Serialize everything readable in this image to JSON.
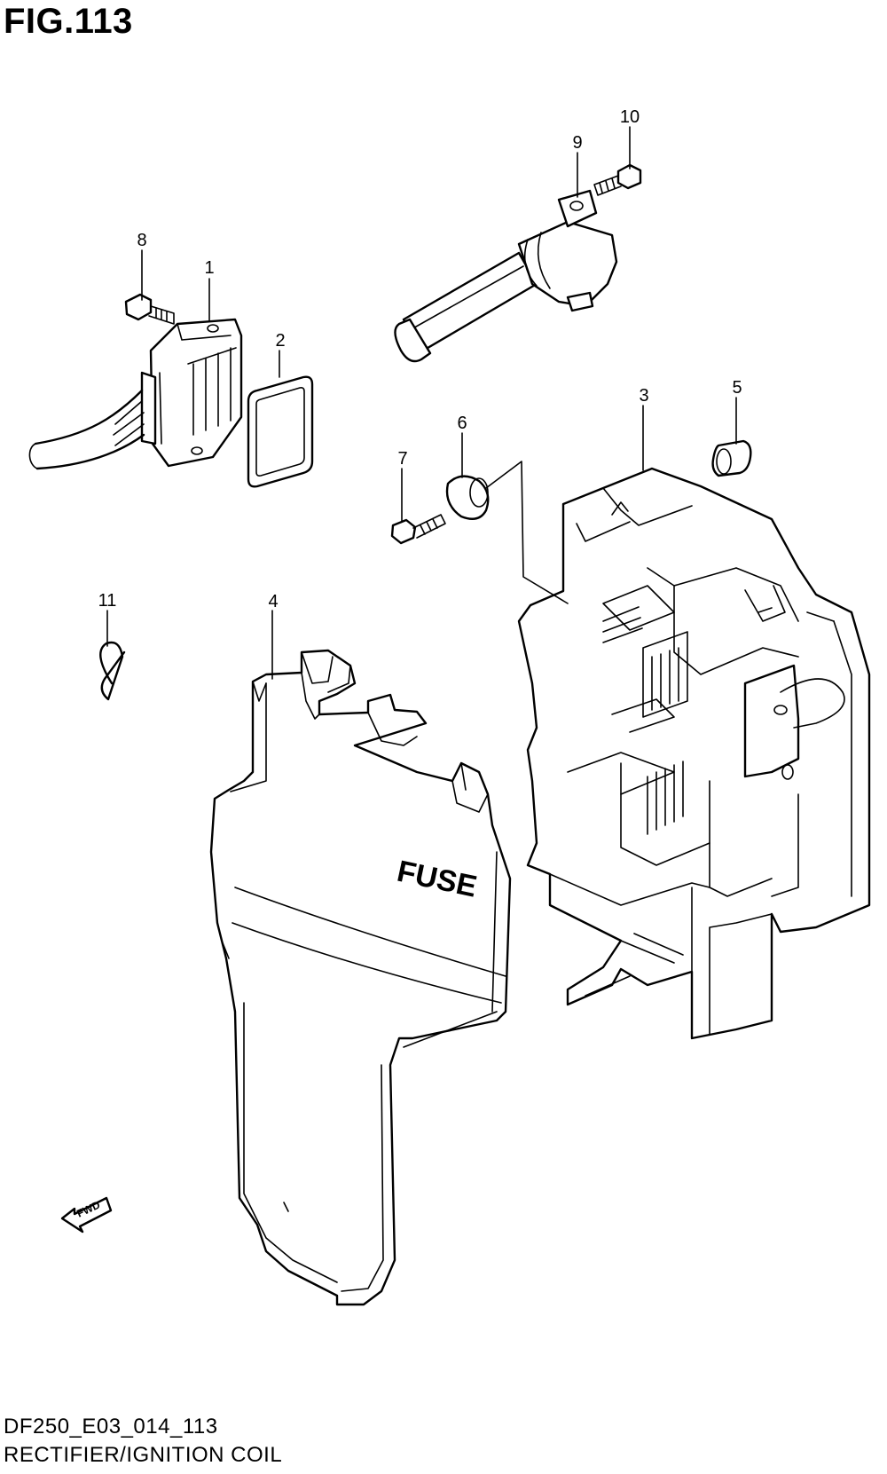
{
  "figure": {
    "title": "FIG.113"
  },
  "callouts": [
    {
      "id": "1",
      "label": "1"
    },
    {
      "id": "2",
      "label": "2"
    },
    {
      "id": "3",
      "label": "3"
    },
    {
      "id": "4",
      "label": "4"
    },
    {
      "id": "5",
      "label": "5"
    },
    {
      "id": "6",
      "label": "6"
    },
    {
      "id": "7",
      "label": "7"
    },
    {
      "id": "8",
      "label": "8"
    },
    {
      "id": "9",
      "label": "9"
    },
    {
      "id": "10",
      "label": "10"
    },
    {
      "id": "11",
      "label": "11"
    }
  ],
  "parts": {
    "fuse_label": "FUSE",
    "fwd_label": "FWD"
  },
  "footer": {
    "code": "DF250_E03_014_113",
    "name": "RECTIFIER/IGNITION COIL"
  }
}
